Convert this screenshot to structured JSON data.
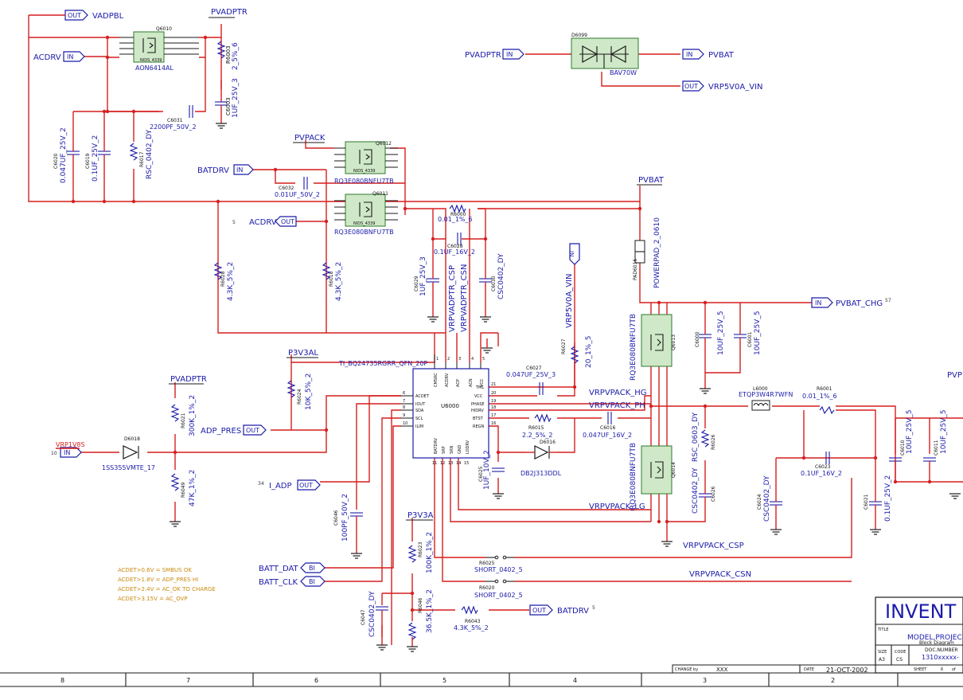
{
  "nets": {
    "vadpbl": "VADPBL",
    "pvadptr_top": "PVADPTR",
    "acdrv_in": "ACDRV",
    "pvadptr_left": "PVADPTR",
    "pvbat_right": "PVBAT",
    "vrp5v0a_vin": "VRP5V0A_VIN",
    "pvpack": "PVPACK",
    "batdrv_in": "BATDRV",
    "pvbat_mid": "PVBAT",
    "acdrv_out": "ACDRV",
    "vrp5v0a_vin_vert": "VRP5V0A_VIN",
    "pvbat_chg": "PVBAT_CHG",
    "p3v3al": "P3V3AL",
    "pvadptr_mid": "PVADPTR",
    "adp_pres": "ADP_PRES",
    "vrp1v8s": "VRP1V8S",
    "i_adp": "I_ADP",
    "p3v3a": "P3V3A",
    "batt_dat": "BATT_DAT",
    "batt_clk": "BATT_CLK",
    "batdrv_out": "BATDRV",
    "vrpvadptr_csp": "VRPVADPTR_CSP",
    "vrpvadptr_csn": "VRPVADPTR_CSN",
    "vrpvpack_hg": "VRPVPACK_HG",
    "vrpvpack_ph": "VRPVPACK_PH",
    "vrpvpack_lg": "VRPVPACK_LG",
    "vrpvpack_csp": "VRPVPACK_CSP",
    "vrpvpack_csn": "VRPVPACK_CSN",
    "pvp_edge": "PVP",
    "out": "OUT",
    "in": "IN",
    "bi": "BI",
    "ref_57": "57",
    "ref_5a": "5",
    "ref_5b": "5",
    "ref_10": "10",
    "ref_34": "34",
    "ref_6": "6"
  },
  "components": {
    "q6010_ref": "Q6010",
    "q6010_val": "AON6414AL",
    "q6010_pkg": "NIDS_4339",
    "q6012_ref": "Q6012",
    "q6012_val": "RQ3E080BNFU7TB",
    "q6012_pkg": "NIDS_4339",
    "q6011_ref": "Q6011",
    "q6011_val": "RQ3E080BNFU7TB",
    "q6011_pkg": "NIDS_4339",
    "q6013_val": "RQ3E080BNFU7TB",
    "q6013_ref": "Q6013",
    "q6014_val": "RQ3E080BNFU7TB",
    "q6014_ref": "Q6014",
    "d6099_ref": "D6099",
    "d6099_val": "BAV70W",
    "r6003_ref": "R6003",
    "r6003_val": "2_5%_6",
    "c6003_ref": "C6003",
    "c6003_val": "1UF_25V_3",
    "c6031_ref": "C6031",
    "c6031_val": "2200PF_50V_2",
    "c6020_ref": "C6020",
    "c6020_val": "0.047UF_25V_2",
    "c6019_ref": "C6019",
    "c6019_val": "0.1UF_25V_2",
    "r6017_ref": "R6017",
    "r6017_val": "RSC_0402_DY",
    "c6032_ref": "C6032",
    "c6032_val": "0.01UF_50V_2",
    "r6000_ref": "R6000",
    "r6000_val": "0.01_1%_6",
    "c6028_ref": "C6028",
    "c6028_val": "0.1UF_16V_2",
    "c6029_ref": "C6029",
    "c6029_val": "1UF_25V_3",
    "c6030_ref": "C6030",
    "c6030_val": "CSC0402_DY",
    "r6028_ref": "R6028",
    "r6028_val": "4.3K_5%_2",
    "r6018_ref": "R6018",
    "r6018_val": "4.3K_5%_2",
    "pad6016_ref": "PAD6016",
    "pad6016_val": "POWERPAD_2_0610",
    "c6000_ref": "C6000",
    "c6000_val": "10UF_25V_5",
    "c6001_ref": "C6001",
    "c6001_val": "10UF_25V_5",
    "u6000_ref": "U6000",
    "u6000_val": "TI_BQ24735RGRR_QFN_20P",
    "u6000_pins_left": [
      "ACDET",
      "IOUT",
      "SDA",
      "SCL",
      "ILIM"
    ],
    "u6000_pins_left_nums": [
      "6",
      "7",
      "8",
      "9",
      "10"
    ],
    "u6000_pins_top": [
      "CMSRC",
      "ACDRV",
      "ACP",
      "ACN",
      "VCC"
    ],
    "u6000_pins_top_nums": [
      "1",
      "2",
      "3",
      "4",
      "5"
    ],
    "u6000_pins_right": [
      "TML",
      "VCC",
      "PHASE",
      "HIDRV",
      "BTST",
      "REGN"
    ],
    "u6000_pins_right_nums": [
      "21",
      "20",
      "19",
      "18",
      "17",
      "16"
    ],
    "u6000_pins_bottom": [
      "BATDRV",
      "SRP",
      "SRN",
      "GND",
      "LODRV"
    ],
    "u6000_pins_bottom_nums": [
      "11",
      "12",
      "13",
      "14",
      "15"
    ],
    "c6027_ref": "C6027",
    "c6027_val": "0.047UF_25V_3",
    "r6027_ref": "R6027",
    "r6027_val": "20_1%_5",
    "r6015_ref": "R6015",
    "r6015_val": "2.2_5%_2",
    "c6016_ref": "C6016",
    "c6016_val": "0.047UF_16V_2",
    "d6016_ref": "D6016",
    "d6016_val": "DB2J313DDL",
    "c6025_ref": "C6025",
    "c6025_val": "1UF_10V_2",
    "r6024_ref": "R6024",
    "r6024_val": "10K_5%_2",
    "r6021_ref": "R6021",
    "r6021_val": "300K_1%_2",
    "r6049_ref": "R6049",
    "r6049_val": "47K_1%_2",
    "d6018_ref": "D6018",
    "d6018_val": "1SS355VMTE_17",
    "c6046_ref": "C6046",
    "c6046_val": "100PF_50V_2",
    "r6023_ref": "R6023",
    "r6023_val": "100K_1%_2",
    "r6046_ref": "R6046",
    "r6046_val": "36.5K_1%_2",
    "c6047_ref": "C6047",
    "c6047_val": "CSC0402_DY",
    "r6043_ref": "R6043",
    "r6043_val": "4.3K_5%_2",
    "r6025_ref": "R6025",
    "r6025_val": "SHORT_0402_5",
    "r6020_ref": "R6020",
    "r6020_val": "SHORT_0402_5",
    "l6000_ref": "L6000",
    "l6000_val": "ETQP3W4R7WFN",
    "r6001_ref": "R6001",
    "r6001_val": "0.01_1%_6",
    "c6023_ref": "C6023",
    "c6023_val": "0.1UF_16V_2",
    "c6024_ref": "C6024",
    "c6024_val": "CSC0402_DY",
    "c6021_ref": "C6021",
    "c6021_val": "0.1UF_25V_2",
    "c6010_ref": "C6010",
    "c6010_val": "10UF_25V_5",
    "c6011_ref": "C6011",
    "c6011_val": "10UF_25V_5",
    "r6026_ref": "R6026",
    "r6026_val": "RSC_0603_DY",
    "c6026_ref": "C6026",
    "c6026_val": "CSC0402_DY"
  },
  "notes": {
    "acdet_lines": [
      "ACDET>0.6V = SMBUS OK",
      "ACDET>1.8V = ADP_PRES HI",
      "ACDET>2.4V = AC_OK TO CHARGE",
      "ACDET>3.15V = AC_OVP"
    ]
  },
  "title_block": {
    "company": "INVENT",
    "title_label": "TITLE",
    "title_value": "MODEL,PROJEC",
    "subtitle": "Block Diagram",
    "size_label": "SIZE",
    "size_value": "A3",
    "code_label": "CODE",
    "code_value": "CS",
    "docnum_label": "DOC.NUMBER",
    "docnum_value": "1310xxxxx-",
    "sheet_label": "SHEET",
    "sheet_value": "6",
    "of_label": "of",
    "change_label": "CHANGE by",
    "change_value": "XXX",
    "date_label": "DATE",
    "date_value": "21-OCT-2002"
  },
  "zones": [
    "8",
    "7",
    "6",
    "5",
    "4",
    "3",
    "2"
  ],
  "colors": {
    "wire": "#d61f1f",
    "label": "#1b1baa",
    "fet_fill": "#cfe8c7",
    "note": "#c98a10"
  }
}
